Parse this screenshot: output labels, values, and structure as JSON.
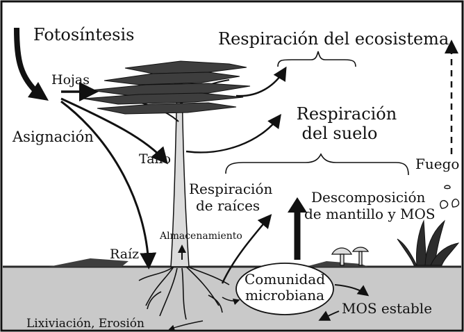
{
  "labels": {
    "fotosintesis": "Fotosíntesis",
    "hojas": "Hojas",
    "asignacion": "Asignación",
    "tallo": "Tallo",
    "raiz": "Raíz",
    "almacenamiento": "Almacenamiento",
    "respiracion_ecosistema": "Respiración del ecosistema",
    "respiracion_suelo_1": "Respiración",
    "respiracion_suelo_2": "del suelo",
    "respiracion_raices_1": "Respiración",
    "respiracion_raices_2": "de raíces",
    "descomposicion_1": "Descomposición",
    "descomposicion_2": "de mantillo y MOS",
    "fuego": "Fuego",
    "comunidad_1": "Comunidad",
    "comunidad_2": "microbiana",
    "mos_estable": "MOS estable",
    "lixiviacion": "Lixiviación, Erosión"
  },
  "colors": {
    "line": "#111111",
    "canopy": "#3e3e3e",
    "trunk": "#dcdcdc",
    "soil": "#c9c9c9",
    "ground_line": "#2a2a2a",
    "plant": "#2c2c2c"
  }
}
